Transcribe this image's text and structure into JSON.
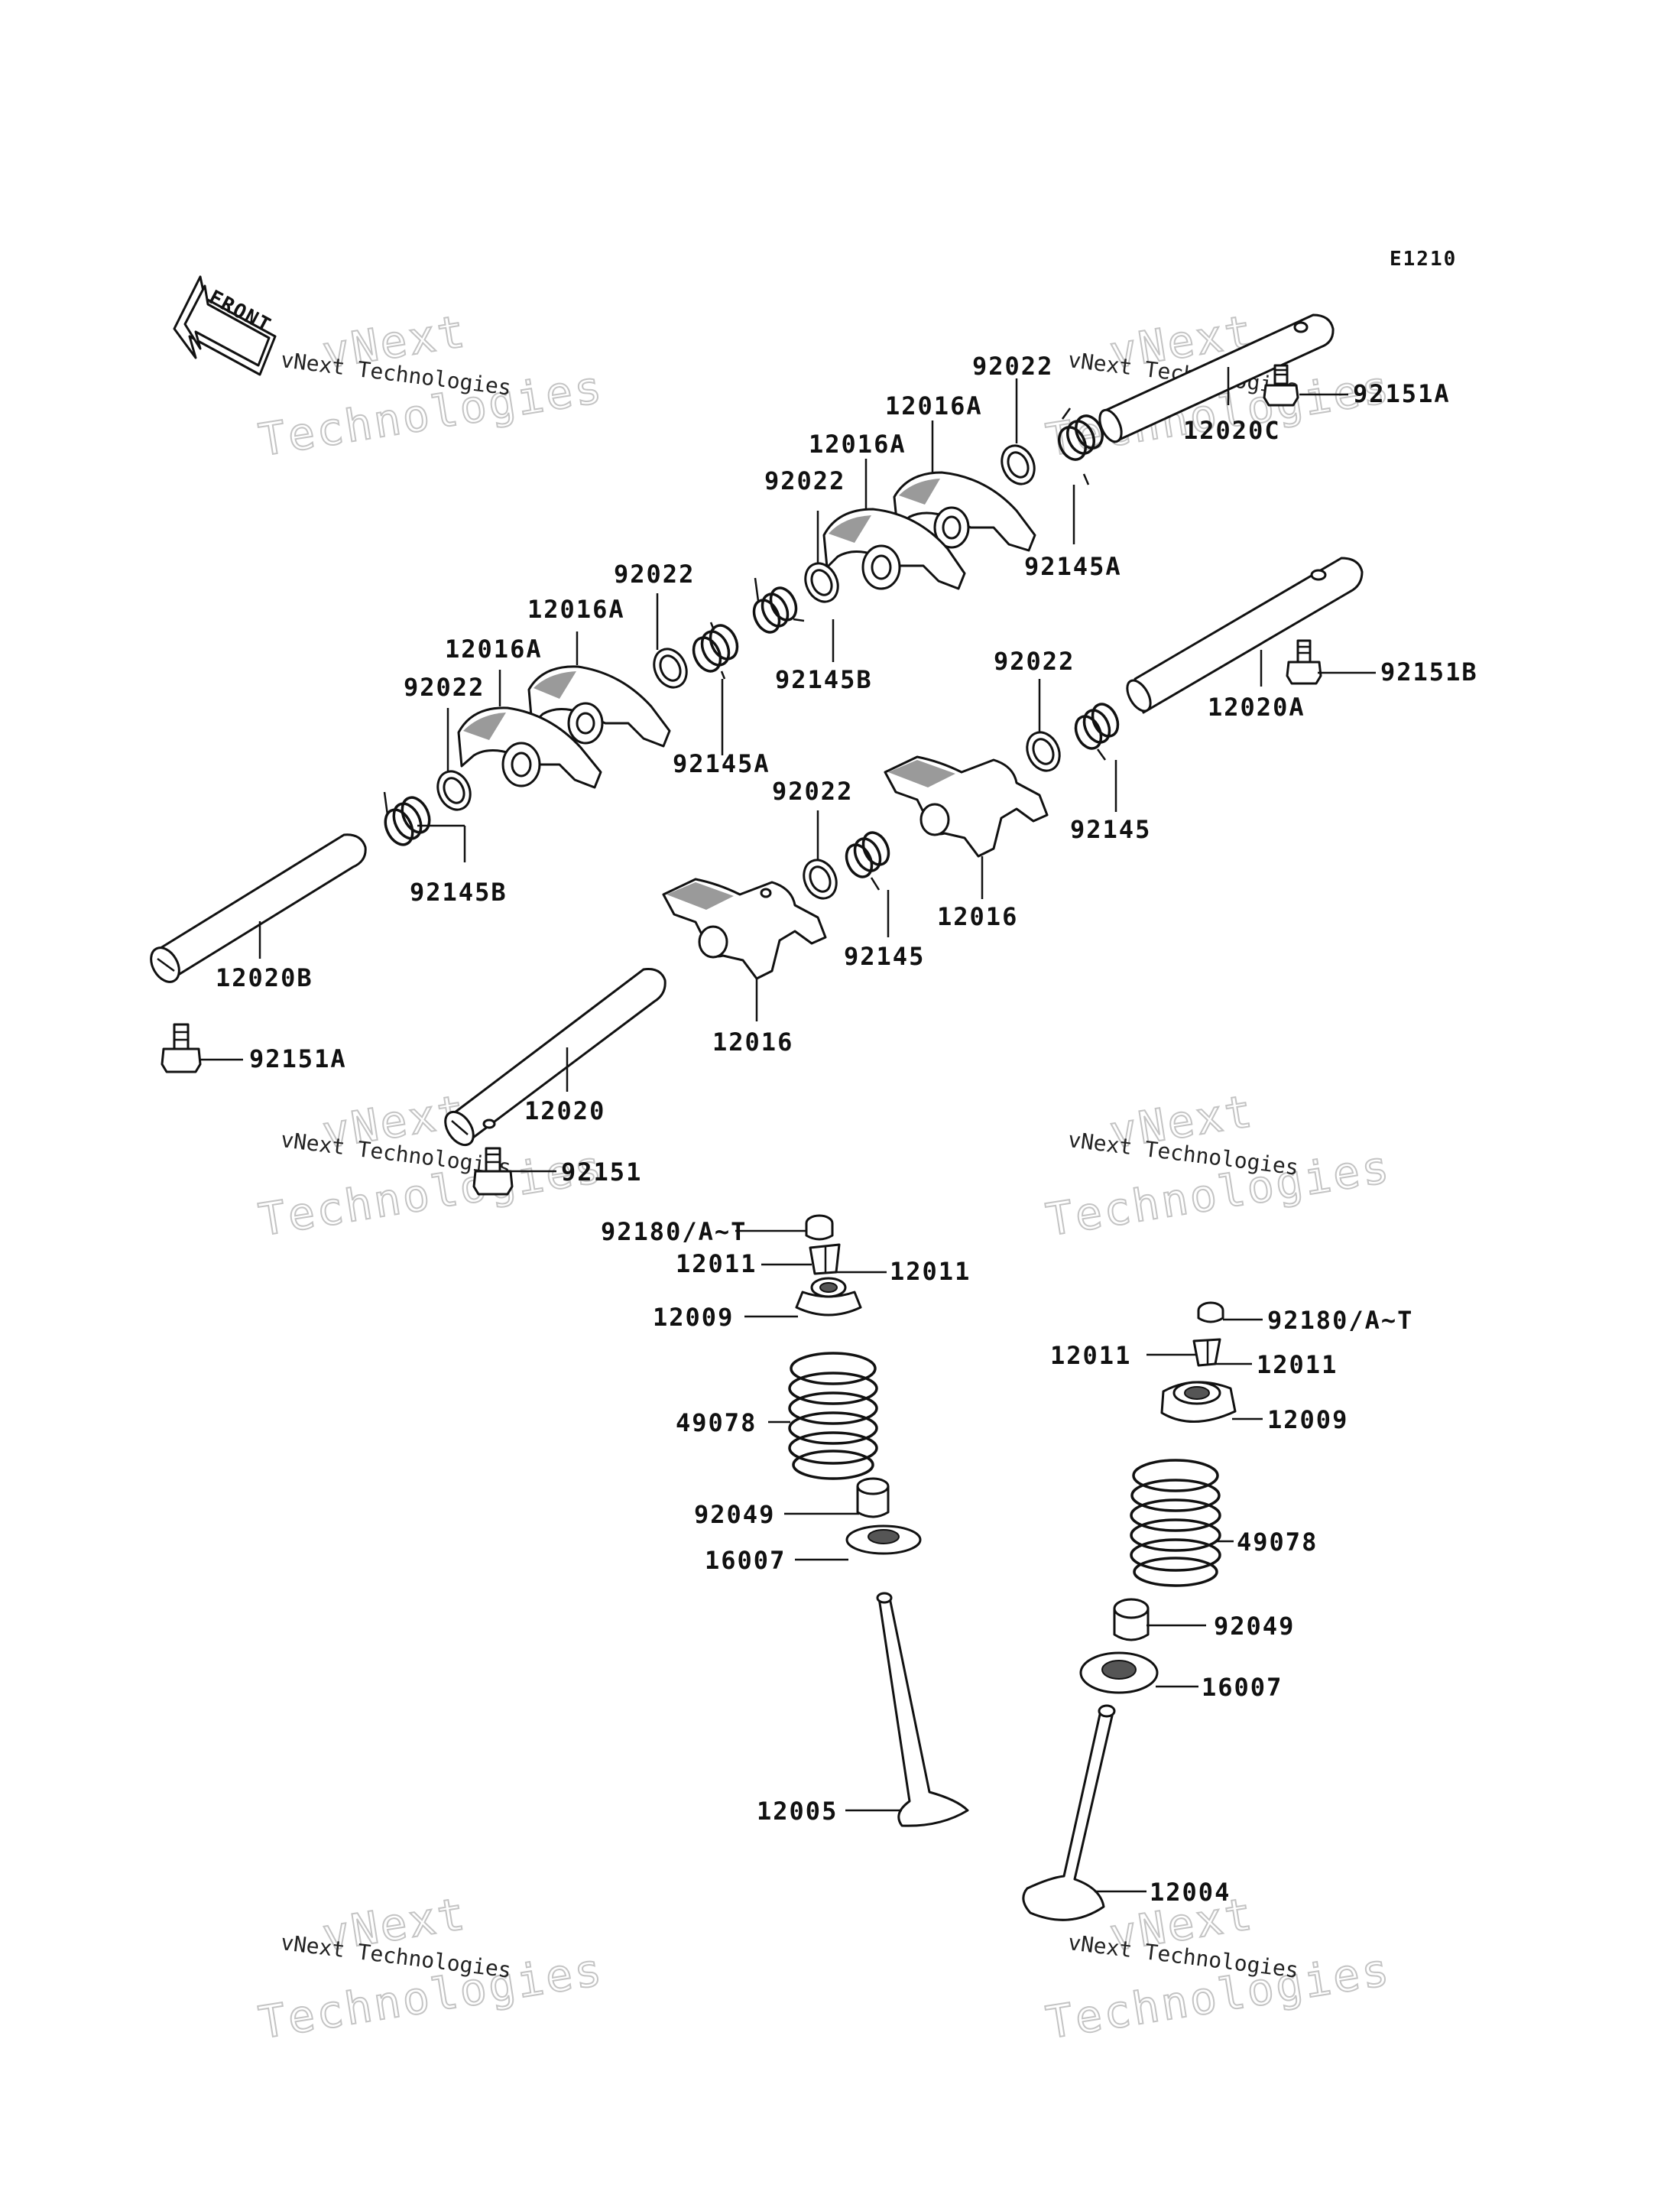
{
  "figure_code": "E1210",
  "direction_indicator": "FRONT",
  "watermark": {
    "small": "vNext Technologies",
    "large": "Technologies",
    "top": "vNext"
  },
  "labels": {
    "l_92022_top": "92022",
    "l_12016A_1": "12016A",
    "l_92151A_top": "92151A",
    "l_12020C": "12020C",
    "l_12016A_2": "12016A",
    "l_92022_2": "92022",
    "l_92145A_top": "92145A",
    "l_92022_3": "92022",
    "l_12016A_3": "12016A",
    "l_12016A_4": "12016A",
    "l_92145B_mid": "92145B",
    "l_92022_4": "92022",
    "l_92151B": "92151B",
    "l_12020A": "12020A",
    "l_92145A_mid": "92145A",
    "l_92022_5": "92022",
    "l_92022_6": "92022",
    "l_92145_right": "92145",
    "l_92145B_left": "92145B",
    "l_12016_right": "12016",
    "l_92145_mid": "92145",
    "l_12020B": "12020B",
    "l_92151A_left": "92151A",
    "l_12016_mid": "12016",
    "l_12020": "12020",
    "l_92151": "92151",
    "l_92180_left": "92180/A~T",
    "l_12011_left_a": "12011",
    "l_12011_left_b": "12011",
    "l_12009_left": "12009",
    "l_49078_left": "49078",
    "l_92049_left": "92049",
    "l_16007_left": "16007",
    "l_12005": "12005",
    "l_92180_right": "92180/A~T",
    "l_12011_right_a": "12011",
    "l_12011_right_b": "12011",
    "l_12009_right": "12009",
    "l_49078_right": "49078",
    "l_92049_right": "92049",
    "l_16007_right": "16007",
    "l_12004": "12004"
  }
}
